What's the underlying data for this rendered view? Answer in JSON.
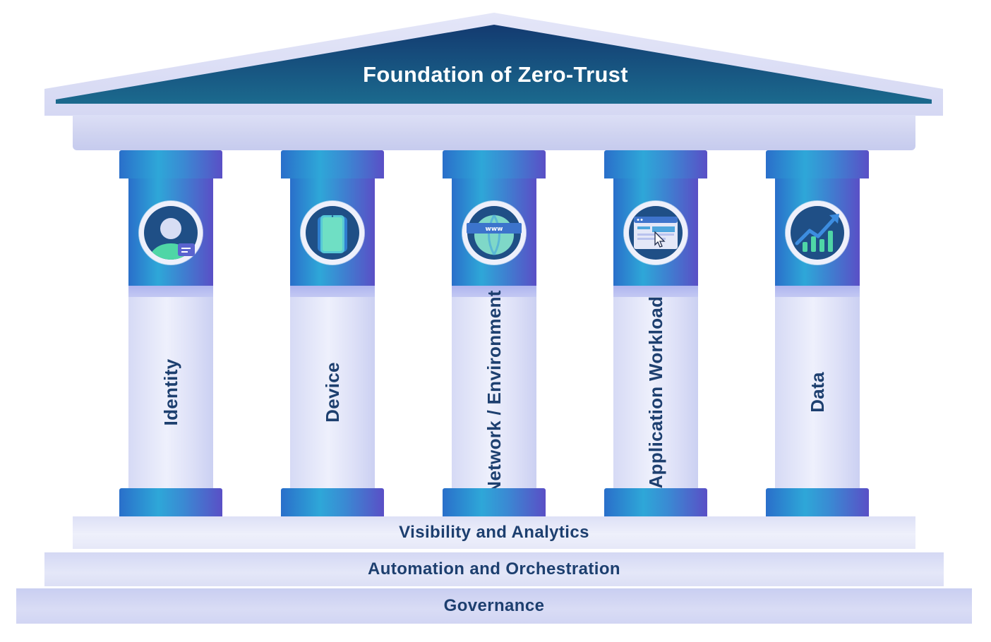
{
  "roof": {
    "title": "Foundation of Zero-Trust",
    "colors": {
      "outer": "#dfe2f7",
      "inner_top": "#143c72",
      "inner_bottom": "#1a6a8c"
    }
  },
  "pillars": [
    {
      "label": "Identity",
      "icon": "user-profile-icon"
    },
    {
      "label": "Device",
      "icon": "mobile-device-icon"
    },
    {
      "label": "Network / Environment",
      "icon": "globe-www-icon"
    },
    {
      "label": "Application Workload",
      "icon": "browser-window-cursor-icon"
    },
    {
      "label": "Data",
      "icon": "growth-chart-icon"
    }
  ],
  "foundations": [
    {
      "label": "Visibility and Analytics"
    },
    {
      "label": "Automation and Orchestration"
    },
    {
      "label": "Governance"
    }
  ],
  "colors": {
    "pillar_gradient_start": "#2a6fca",
    "pillar_gradient_mid": "#2ea7d8",
    "pillar_gradient_end": "#5a4fc6",
    "text": "#1d3f6f",
    "stone": "#d6daf5"
  }
}
